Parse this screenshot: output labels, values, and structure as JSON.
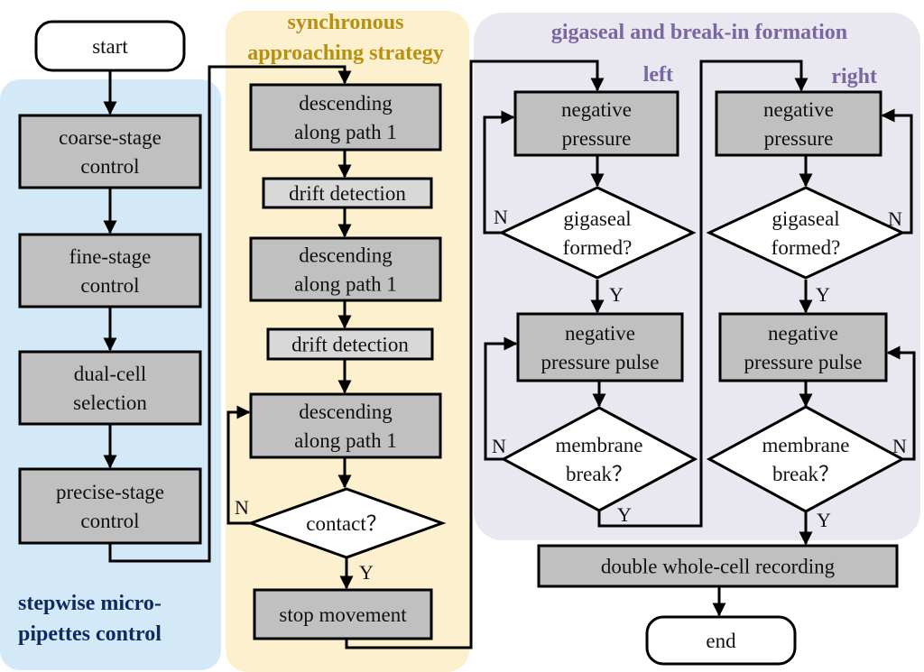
{
  "colors": {
    "panel_left_bg": "#d3e9f8",
    "panel_mid_bg": "#fdf0cf",
    "panel_right_bg": "#e9e7f0",
    "panel_left_title": "#0f2a5e",
    "panel_mid_title": "#b8900f",
    "panel_right_title": "#7a66a0",
    "process_fill": "#c0c0c0",
    "light_process_fill": "#d8d8d8",
    "terminal_fill": "#ffffff",
    "decision_fill": "#ffffff"
  },
  "panels": {
    "left": {
      "title_lines": [
        "stepwise micro-",
        "pipettes control"
      ]
    },
    "middle": {
      "title_lines": [
        "synchronous",
        "approaching strategy"
      ]
    },
    "right": {
      "title": "gigaseal and break-in formation",
      "sub_left": "left",
      "sub_right": "right"
    }
  },
  "nodes": {
    "start": {
      "lines": [
        "start"
      ]
    },
    "coarse": {
      "lines": [
        "coarse-stage",
        "control"
      ]
    },
    "fine": {
      "lines": [
        "fine-stage",
        "control"
      ]
    },
    "dual": {
      "lines": [
        "dual-cell",
        "selection"
      ]
    },
    "precise": {
      "lines": [
        "precise-stage",
        "control"
      ]
    },
    "desc1": {
      "lines": [
        "descending",
        "along path 1"
      ]
    },
    "drift1": {
      "lines": [
        "drift detection"
      ]
    },
    "desc2": {
      "lines": [
        "descending",
        "along path 1"
      ]
    },
    "drift2": {
      "lines": [
        "drift detection"
      ]
    },
    "desc3": {
      "lines": [
        "descending",
        "along path 1"
      ]
    },
    "contact": {
      "lines": [
        "contact？"
      ]
    },
    "stop": {
      "lines": [
        "stop movement"
      ]
    },
    "negL": {
      "lines": [
        "negative",
        "pressure"
      ]
    },
    "gigaL": {
      "lines": [
        "gigaseal",
        "formed?"
      ]
    },
    "pulseL": {
      "lines": [
        "negative",
        "pressure pulse"
      ]
    },
    "breakL": {
      "lines": [
        "membrane",
        "break？"
      ]
    },
    "negR": {
      "lines": [
        "negative",
        "pressure"
      ]
    },
    "gigaR": {
      "lines": [
        "gigaseal",
        "formed?"
      ]
    },
    "pulseR": {
      "lines": [
        "negative",
        "pressure pulse"
      ]
    },
    "breakR": {
      "lines": [
        "membrane",
        "break？"
      ]
    },
    "record": {
      "lines": [
        "double whole-cell recording"
      ]
    },
    "end": {
      "lines": [
        "end"
      ]
    }
  },
  "edge_labels": {
    "yes": "Y",
    "no": "N"
  }
}
